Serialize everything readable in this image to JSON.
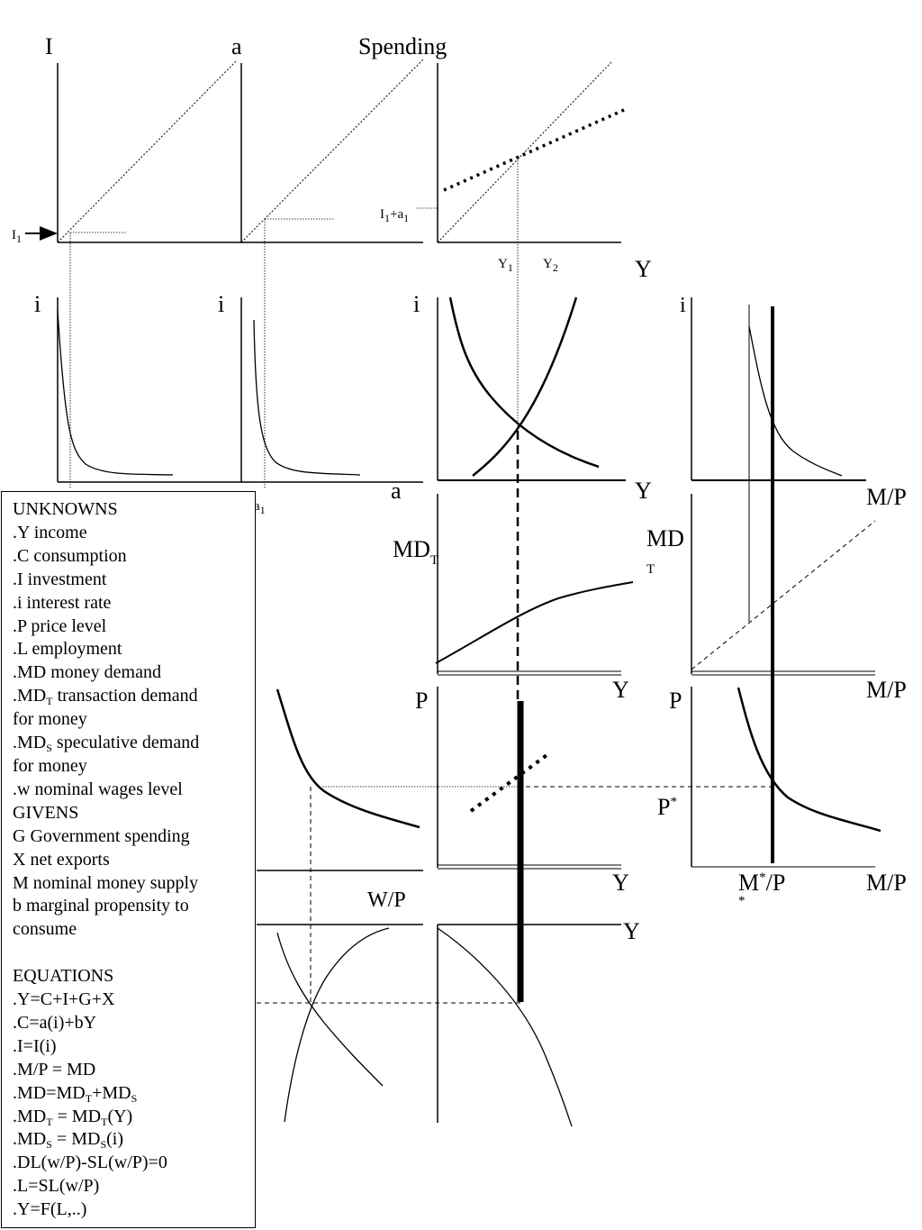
{
  "axis_labels": {
    "p1_y": "I",
    "p1_marker": "I",
    "p1_marker_sub": "1",
    "p2_y": "a",
    "p3_y": "Spending",
    "p3_tick_left": "I",
    "p3_tick_left_sub1": "1",
    "p3_tick_left_mid": "+a",
    "p3_tick_left_sub2": "1",
    "p3_x_tick1": "Y",
    "p3_x_tick1_sub": "1",
    "p3_x_tick2": "Y",
    "p3_x_tick2_sub": "2",
    "p3_x": "Y",
    "p4_y": "i",
    "p4_x_tick": "a",
    "p4_x_tick_sub": "1",
    "p5_y": "i",
    "p6_y": "i",
    "p6_x": "Y",
    "p6_below_left": "a",
    "p7_y": "i",
    "p7_x": "M/P",
    "p8_y": "MD",
    "p8_y_sub": "T",
    "p8_x": "Y",
    "p9_y": "MD",
    "p9_y_sub": "T",
    "p9_x": "M/P",
    "p10_y": "P",
    "p10_x": "Y",
    "p11_y": "P",
    "p11_tick": "P",
    "p11_tick_sup": "*",
    "p11_x_tick": "M",
    "p11_x_tick_sup": "*",
    "p11_x_tick_rest": "/P",
    "p11_x_tick_below": "*",
    "p11_x": "M/P",
    "wp_label": "W/P",
    "p13_x": "Y"
  },
  "legend": {
    "unknowns_title": "UNKNOWNS",
    "unknowns": [
      ".Y income",
      ".C consumption",
      ".I investment",
      ".i interest rate",
      ".P price level",
      ".L employment",
      ".MD money demand"
    ],
    "mdt_line1_pre": ".MD",
    "mdt_line1_sub": "T",
    "mdt_line1_post": " transaction demand",
    "mdt_line2": "for money",
    "mds_line1_pre": ".MD",
    "mds_line1_sub": "S",
    "mds_line1_post": " speculative demand",
    "mds_line2": "for money",
    "wage_line": ".w nominal wages level",
    "givens_title": "GIVENS",
    "givens": [
      "G Government spending",
      "X net exports",
      "M nominal money supply",
      "b marginal propensity to",
      "consume"
    ],
    "equations_title": "EQUATIONS",
    "eq1": ".Y=C+I+G+X",
    "eq2": ".C=a(i)+bY",
    "eq3": ".I=I(i)",
    "eq4": ".M/P = MD",
    "eq5_pre": ".MD=MD",
    "eq5_sub1": "T",
    "eq5_mid": "+MD",
    "eq5_sub2": "S",
    "eq6_pre": ".MD",
    "eq6_sub1": "T",
    "eq6_mid": " = MD",
    "eq6_sub2": "T",
    "eq6_post": "(Y)",
    "eq7_pre": ".MD",
    "eq7_sub1": "S",
    "eq7_mid": " = MD",
    "eq7_sub2": "S",
    "eq7_post": "(i)",
    "eq8": ".DL(w/P)-SL(w/P)=0",
    "eq9": ".L=SL(w/P)",
    "eq10": ".Y=F(L,..)"
  }
}
